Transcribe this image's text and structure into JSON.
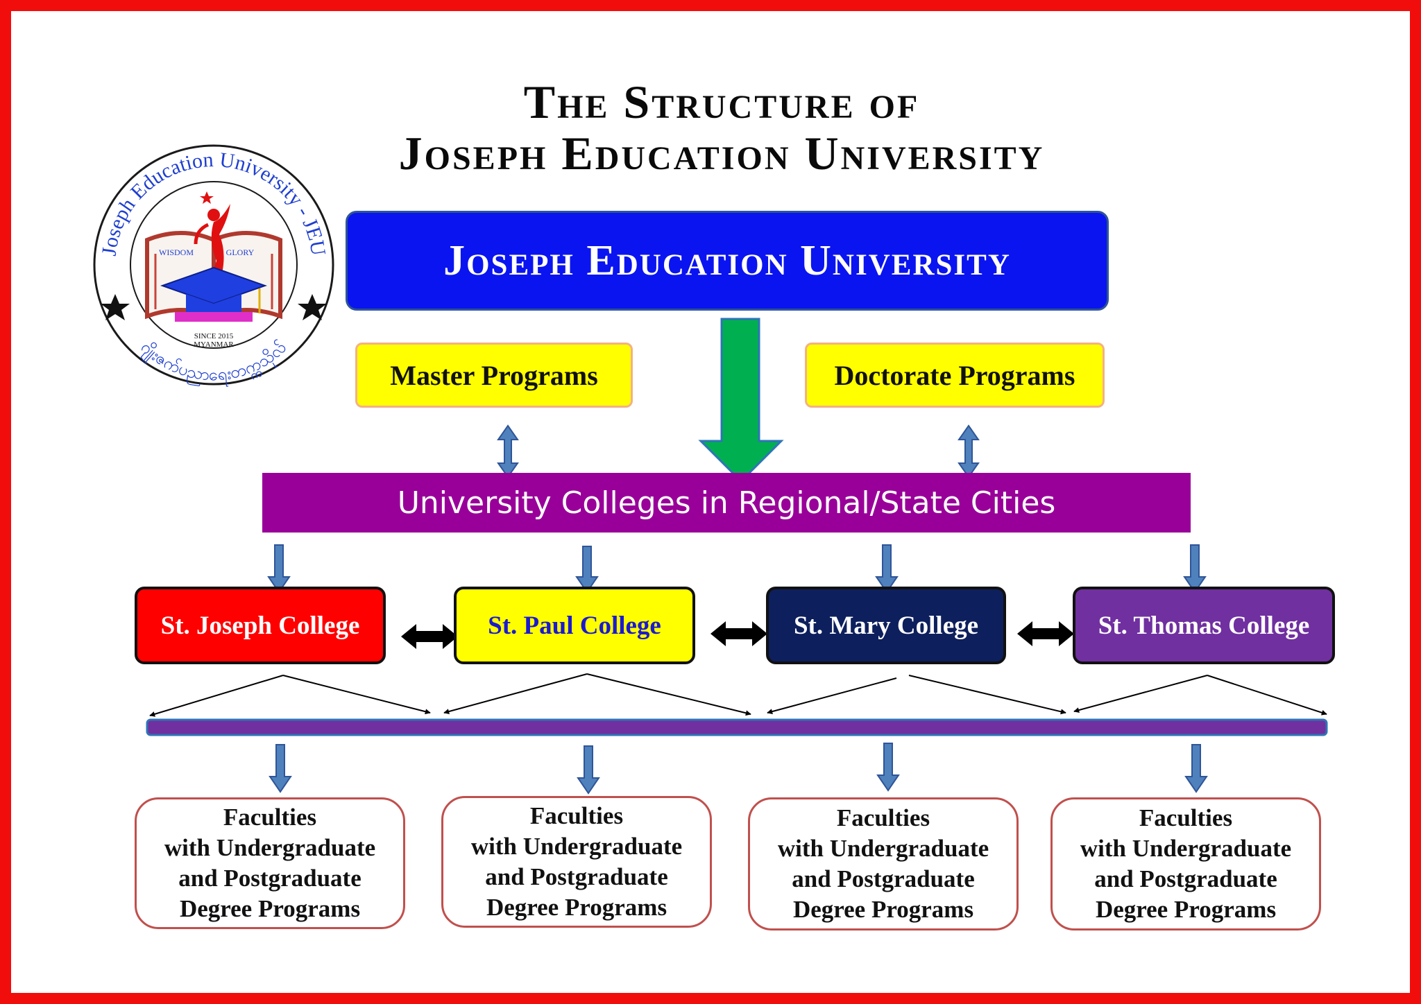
{
  "title": {
    "line1": "The Structure of",
    "line2": "Joseph Education University"
  },
  "logo": {
    "ring_text": "Joseph Education University - JEU",
    "ring_text_myanmar": "ဂျိုးဇက်ပညာရေးတက္ကသိုလ်",
    "left_page": "WISDOM",
    "right_page": "GLORY",
    "since": "SINCE 2015",
    "country": "MYANMAR"
  },
  "university": {
    "label": "Joseph Education University",
    "color": "#0a14f0"
  },
  "programs": {
    "master": "Master Programs",
    "doctorate": "Doctorate Programs"
  },
  "regional": {
    "label": "University Colleges in Regional/State Cities",
    "color": "#990099"
  },
  "colleges": [
    {
      "label": "St. Joseph College",
      "bg": "#ff0000",
      "fg": "#ffffff"
    },
    {
      "label": "St. Paul College",
      "bg": "#ffff00",
      "fg": "#1a1ad0"
    },
    {
      "label": "St. Mary College",
      "bg": "#0d1f5c",
      "fg": "#ffffff"
    },
    {
      "label": "St. Thomas College",
      "bg": "#7030a0",
      "fg": "#ffffff"
    }
  ],
  "faculties": [
    {
      "line1": "Faculties",
      "line2": "with Undergraduate",
      "line3": "and Postgraduate",
      "line4": "Degree Programs"
    },
    {
      "line1": "Faculties",
      "line2": "with Undergraduate",
      "line3": "and Postgraduate",
      "line4": "Degree Programs"
    },
    {
      "line1": "Faculties",
      "line2": "with Undergraduate",
      "line3": "and Postgraduate",
      "line4": "Degree Programs"
    },
    {
      "line1": "Faculties",
      "line2": "with Undergraduate",
      "line3": "and Postgraduate",
      "line4": "Degree Programs"
    }
  ]
}
